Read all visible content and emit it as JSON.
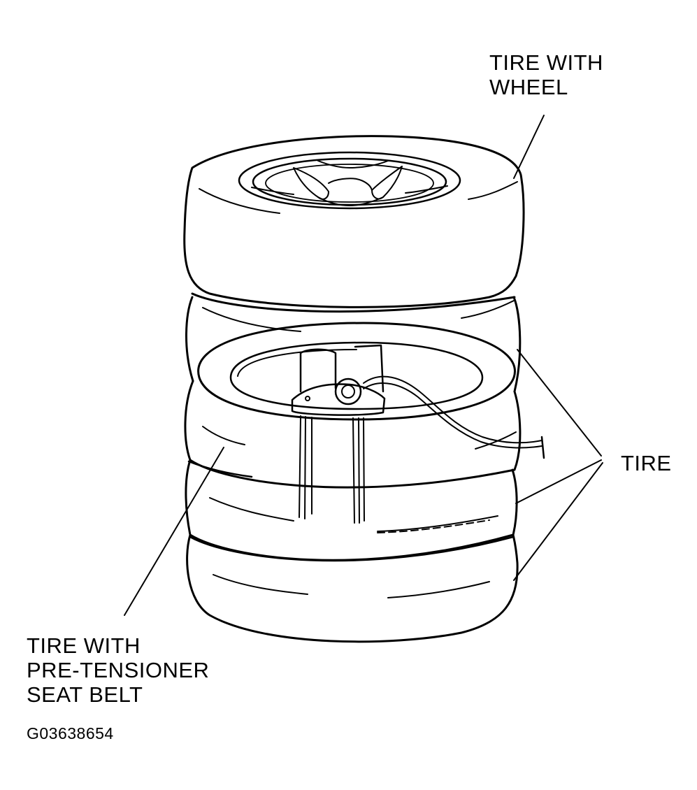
{
  "labels": {
    "tire_with_wheel": [
      "TIRE WITH",
      "WHEEL"
    ],
    "tire": "TIRE",
    "tire_with_pretensioner": [
      "TIRE WITH",
      "PRE-TENSIONER",
      "SEAT BELT"
    ]
  },
  "figure_code": "G03638654",
  "colors": {
    "ink": "#000000",
    "paper": "#ffffff"
  }
}
